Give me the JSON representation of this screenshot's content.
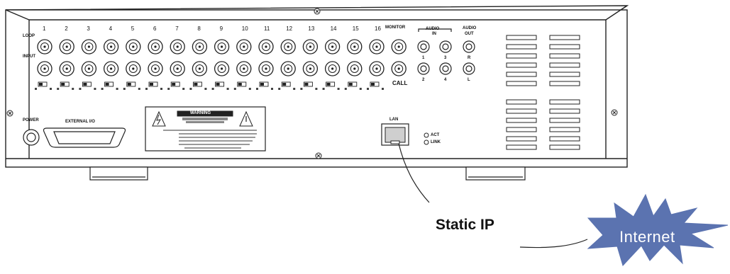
{
  "panel": {
    "monitor": "MONITOR",
    "call": "CALL",
    "loop": "LOOP",
    "input": "INPUT",
    "audio": "AUDIO",
    "audio_in": "IN",
    "audio_out_top": "AUDIO",
    "audio_out": "OUT",
    "audio_r": "R",
    "audio_l": "L",
    "audio_nums": [
      "1",
      "3",
      "2",
      "4"
    ],
    "power": "POWER",
    "external_io": "EXTERNAL I/O",
    "lan": "LAN",
    "act": "ACT",
    "link": "LINK",
    "warning_title": "WARNING",
    "channels": [
      "1",
      "2",
      "3",
      "4",
      "5",
      "6",
      "7",
      "8",
      "9",
      "10",
      "11",
      "12",
      "13",
      "14",
      "15",
      "16"
    ]
  },
  "callouts": {
    "static_ip": "Static IP",
    "internet": "Internet"
  },
  "colors": {
    "internet_fill": "#5B73B0",
    "internet_text": "#ffffff",
    "line": "#222222"
  }
}
